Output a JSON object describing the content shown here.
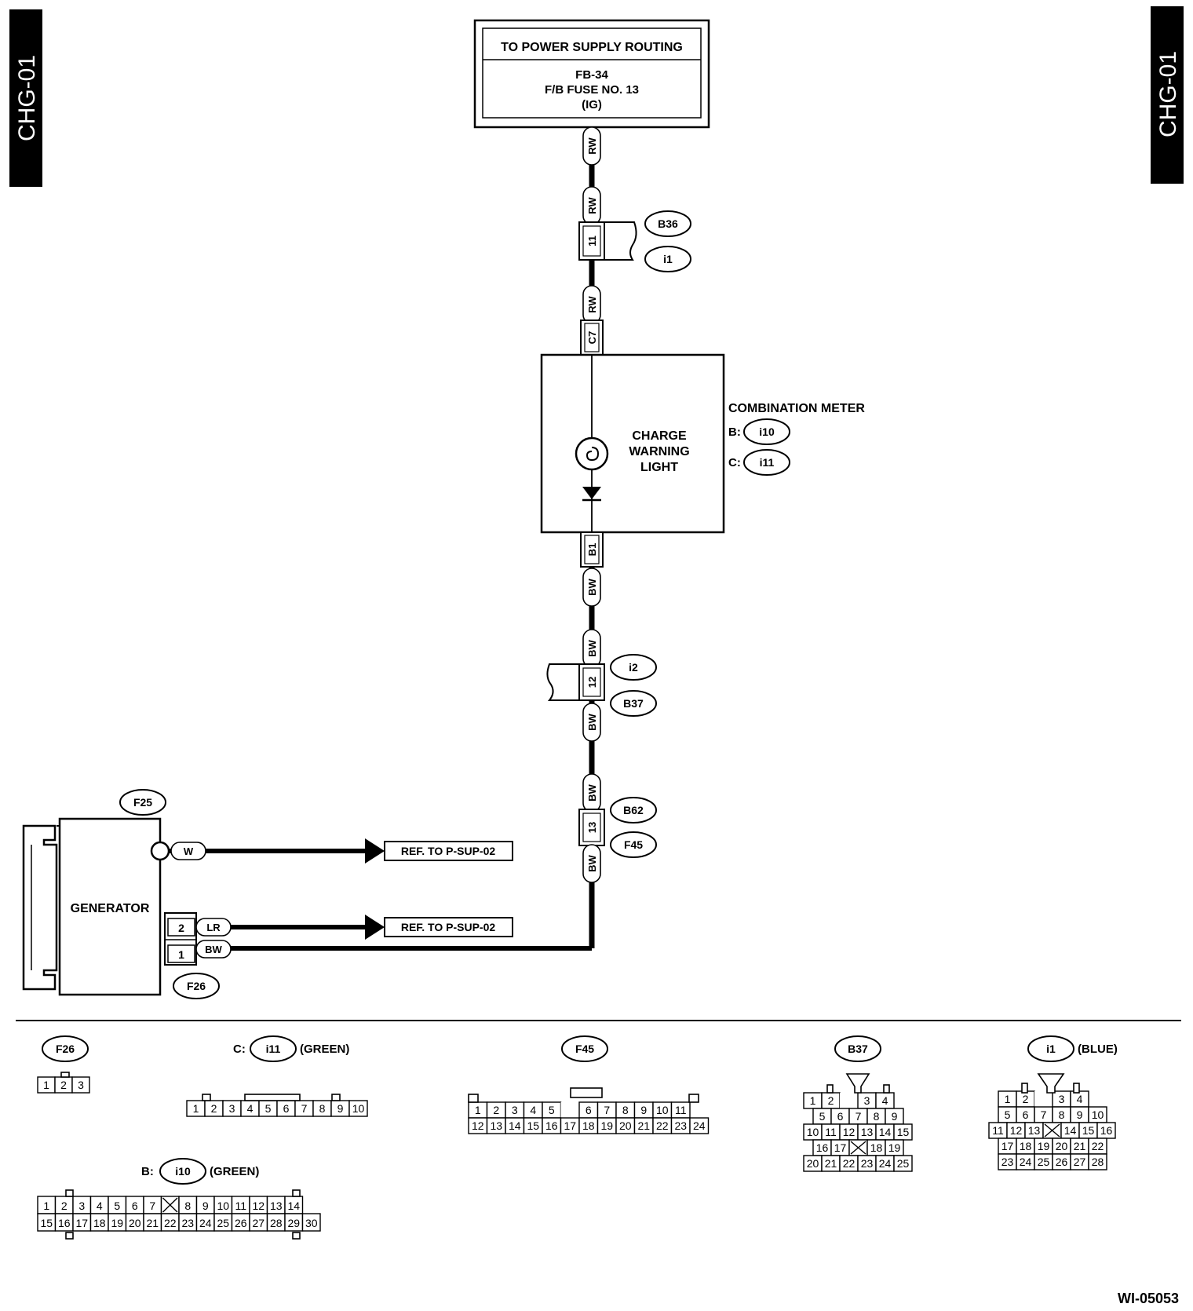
{
  "page_tag": "CHG-01",
  "doc_id": "WI-05053",
  "power_supply": {
    "title": "TO POWER SUPPLY ROUTING",
    "line1": "FB-34",
    "line2": "F/B FUSE NO. 13",
    "line3": "(IG)"
  },
  "wires": {
    "rw1": "RW",
    "rw2": "RW",
    "rw3": "RW",
    "c7": "C7",
    "b1": "B1",
    "bw1": "BW",
    "bw2": "BW",
    "bw3": "BW",
    "bw4": "BW",
    "bw5": "BW",
    "w": "W",
    "lr": "LR",
    "bw_gen": "BW"
  },
  "joints": {
    "j1": {
      "pin": "11",
      "top": "B36",
      "bottom": "i1"
    },
    "j2": {
      "pin": "12",
      "top": "i2",
      "bottom": "B37"
    },
    "j3": {
      "pin": "13",
      "top": "B62",
      "bottom": "F45"
    }
  },
  "meter": {
    "title": "COMBINATION METER",
    "light_line1": "CHARGE",
    "light_line2": "WARNING",
    "light_line3": "LIGHT",
    "b_prefix": "B:",
    "b_conn": "i10",
    "c_prefix": "C:",
    "c_conn": "i11"
  },
  "generator": {
    "label": "GENERATOR",
    "top_conn": "F25",
    "bottom_conn": "F26",
    "pin2": "2",
    "pin1": "1",
    "ref1": "REF. TO P-SUP-02",
    "ref2": "REF. TO P-SUP-02"
  },
  "connectors": {
    "f26": {
      "name": "F26",
      "pins": [
        "1",
        "2",
        "3"
      ]
    },
    "i11": {
      "prefix": "C:",
      "name": "i11",
      "color": "(GREEN)",
      "pins": [
        "1",
        "2",
        "3",
        "4",
        "5",
        "6",
        "7",
        "8",
        "9",
        "10"
      ]
    },
    "f45": {
      "name": "F45",
      "row1": [
        "1",
        "2",
        "3",
        "4",
        "5",
        "",
        "6",
        "7",
        "8",
        "9",
        "10",
        "11"
      ],
      "row2": [
        "12",
        "13",
        "14",
        "15",
        "16",
        "17",
        "18",
        "19",
        "20",
        "21",
        "22",
        "23",
        "24"
      ]
    },
    "b37": {
      "name": "B37",
      "row1": [
        "1",
        "2",
        "",
        "3",
        "4"
      ],
      "row2": [
        "5",
        "6",
        "7",
        "8",
        "9"
      ],
      "row3": [
        "10",
        "11",
        "12",
        "13",
        "14",
        "15"
      ],
      "row4": [
        "16",
        "17",
        "X",
        "18",
        "19"
      ],
      "row5": [
        "20",
        "21",
        "22",
        "23",
        "24",
        "25"
      ]
    },
    "i1": {
      "name": "i1",
      "color": "(BLUE)",
      "row1": [
        "1",
        "2",
        "",
        "3",
        "4"
      ],
      "row2": [
        "5",
        "6",
        "7",
        "8",
        "9",
        "10"
      ],
      "row3": [
        "11",
        "12",
        "13",
        "X",
        "14",
        "15",
        "16"
      ],
      "row4": [
        "17",
        "18",
        "19",
        "20",
        "21",
        "22"
      ],
      "row5": [
        "23",
        "24",
        "25",
        "26",
        "27",
        "28"
      ]
    },
    "i10": {
      "prefix": "B:",
      "name": "i10",
      "color": "(GREEN)",
      "row1": [
        "1",
        "2",
        "3",
        "4",
        "5",
        "6",
        "7",
        "X",
        "8",
        "9",
        "10",
        "11",
        "12",
        "13",
        "14"
      ],
      "row2": [
        "15",
        "16",
        "17",
        "18",
        "19",
        "20",
        "21",
        "22",
        "23",
        "24",
        "25",
        "26",
        "27",
        "28",
        "29",
        "30"
      ]
    }
  }
}
